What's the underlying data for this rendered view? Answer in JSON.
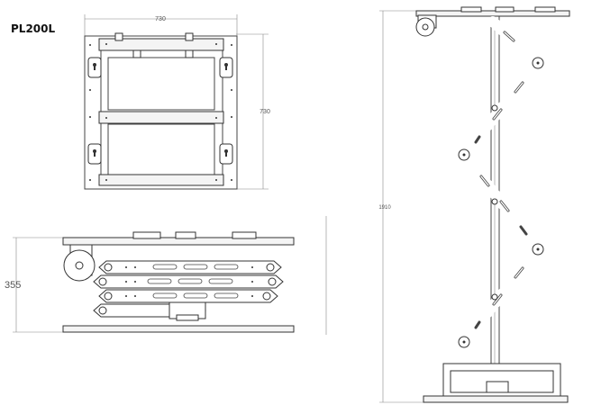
{
  "model": "PL200L",
  "dimensions": {
    "top_width": "730",
    "top_depth": "730",
    "side_height": "355",
    "full_height": "1910"
  },
  "colors": {
    "line": "#444444",
    "fill": "#ffffff"
  }
}
